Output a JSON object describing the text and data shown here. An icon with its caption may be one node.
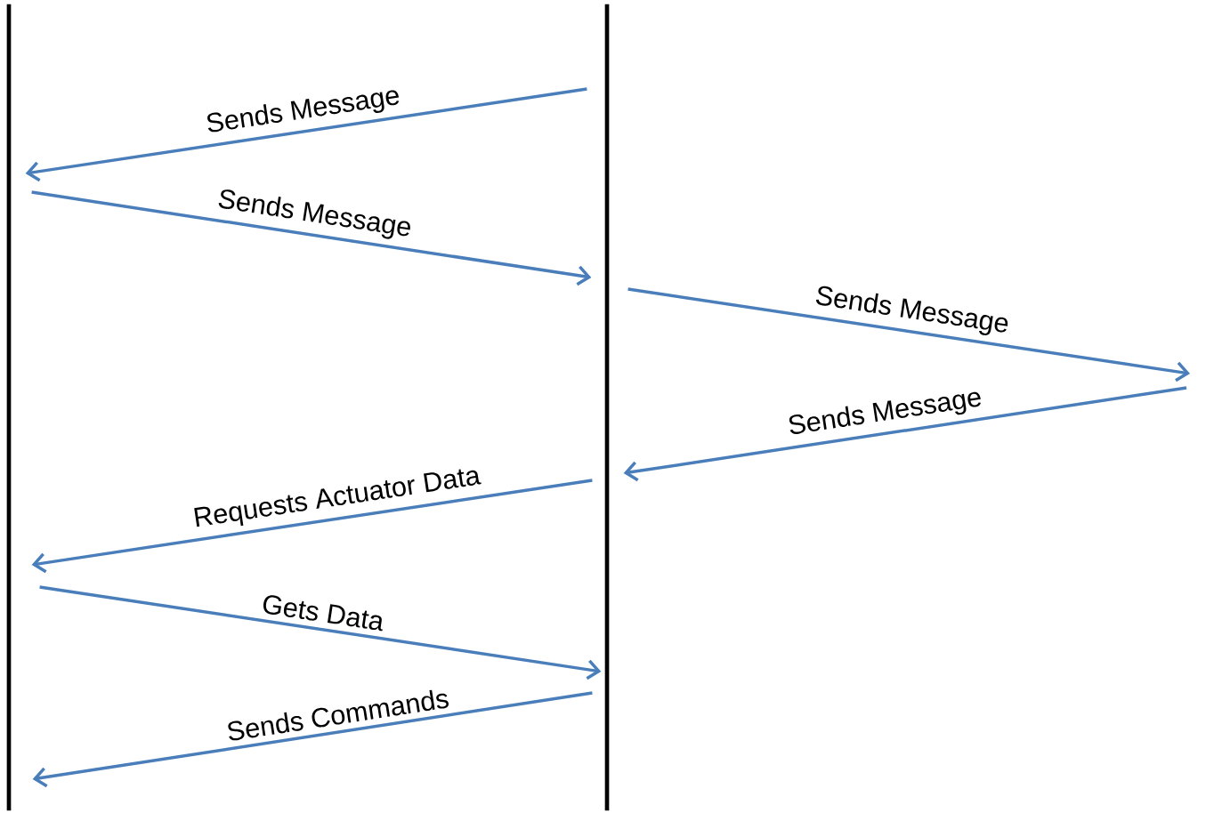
{
  "diagram": {
    "nodes": [
      {
        "text": [],
        "shape": "bar"
      },
      {
        "text": [],
        "shape": "bar"
      }
    ],
    "edges": [
      {
        "from": 1,
        "to": 0,
        "arrow": "to",
        "label": "Sends Message"
      },
      {
        "from": 0,
        "to": 1,
        "arrow": "to",
        "label": "Sends Message"
      },
      {
        "from": 1,
        "to": null,
        "arrow": "to",
        "label": "Sends Message"
      },
      {
        "from": null,
        "to": 1,
        "arrow": "to",
        "label": "Sends Message"
      },
      {
        "from": 1,
        "to": 0,
        "arrow": "to",
        "label": "Requests Actuator Data"
      },
      {
        "from": 0,
        "to": 1,
        "arrow": "to",
        "label": "Gets Data"
      },
      {
        "from": 1,
        "to": 0,
        "arrow": "to",
        "label": "Sends Commands"
      }
    ]
  }
}
